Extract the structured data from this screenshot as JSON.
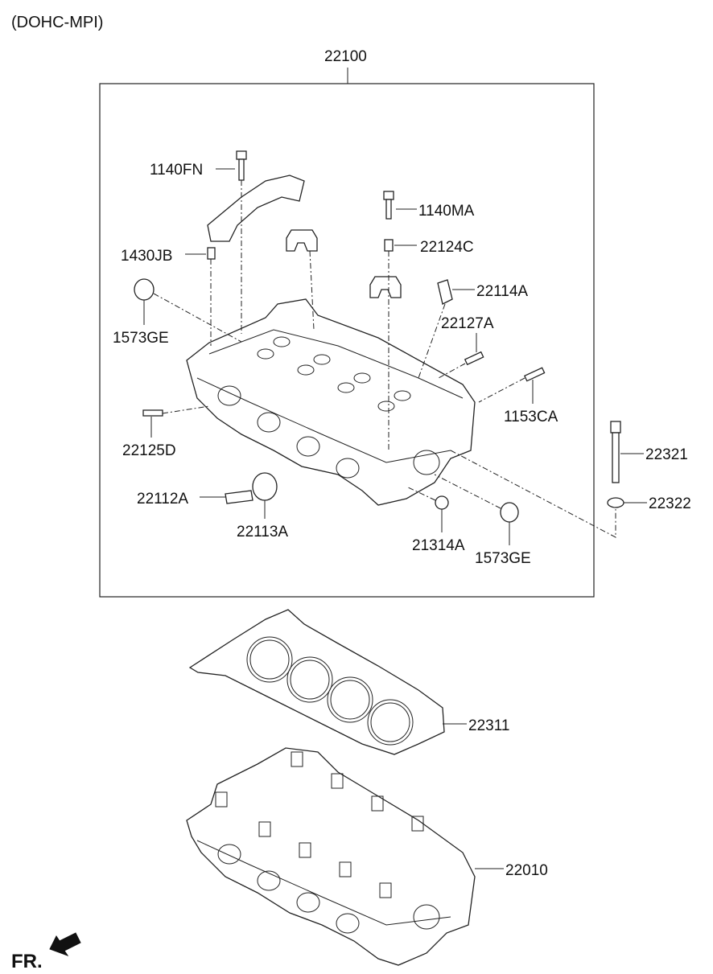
{
  "header": {
    "variant": "(DOHC-MPI)"
  },
  "assembly": {
    "number": "22100"
  },
  "labels": {
    "l1140FN": "1140FN",
    "l1140MA": "1140MA",
    "l22124C": "22124C",
    "l1430JB": "1430JB",
    "l22114A": "22114A",
    "l1573GE_top": "1573GE",
    "l22127A": "22127A",
    "l1153CA": "1153CA",
    "l22125D": "22125D",
    "l22321": "22321",
    "l22112A": "22112A",
    "l22322": "22322",
    "l22113A": "22113A",
    "l21314A": "21314A",
    "l1573GE_bot": "1573GE",
    "l22311": "22311",
    "l22010": "22010"
  },
  "footer": {
    "direction": "FR."
  }
}
